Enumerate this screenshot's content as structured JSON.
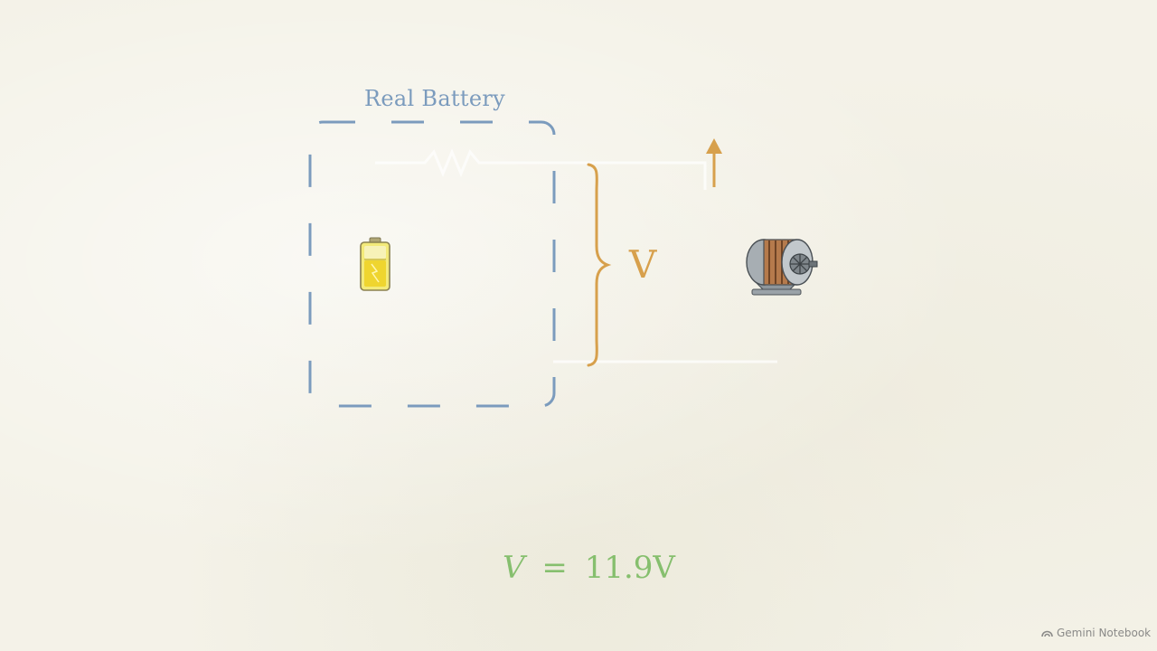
{
  "diagram": {
    "battery_box_label": "Real Battery",
    "voltage_label": "V",
    "equation": {
      "variable": "V",
      "operator": "=",
      "value": "11.9V"
    }
  },
  "icons": {
    "battery": "battery-icon",
    "motor": "motor-icon",
    "current_arrow": "arrow-up-icon"
  },
  "colors": {
    "box_dashed": "#7b9bbd",
    "voltage": "#d7a04c",
    "equation": "#86bf6e",
    "background": "#f4f2e8"
  },
  "watermark": {
    "text": "Gemini Notebook"
  }
}
